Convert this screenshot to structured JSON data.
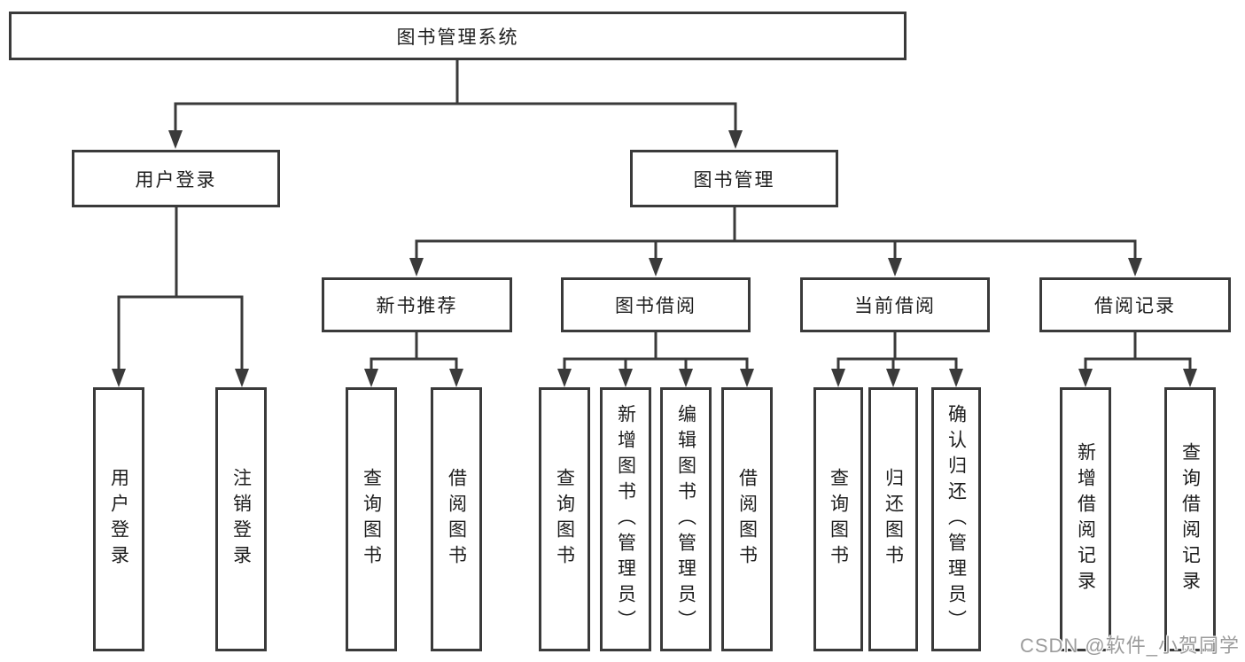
{
  "nodes": {
    "root": "图书管理系统",
    "user_login": "用户登录",
    "book_mgmt": "图书管理",
    "new_book_rec": "新书推荐",
    "book_borrow": "图书借阅",
    "current_borrow": "当前借阅",
    "borrow_records": "借阅记录"
  },
  "leaves": {
    "user_login": [
      "用户登录",
      "注销登录"
    ],
    "new_book_rec": [
      "查询图书",
      "借阅图书"
    ],
    "book_borrow": [
      "查询图书",
      "新增图书（管理员）",
      "编辑图书（管理员）",
      "借阅图书"
    ],
    "current_borrow": [
      "查询图书",
      "归还图书",
      "确认归还（管理员）"
    ],
    "borrow_records": [
      "新增借阅记录",
      "查询借阅记录"
    ]
  },
  "watermark": "CSDN @软件_小贺同学",
  "colors": {
    "line": "#3a3a3a",
    "text": "#1d1d1d",
    "watermark": "#9c9c9c",
    "background": "#ffffff"
  }
}
